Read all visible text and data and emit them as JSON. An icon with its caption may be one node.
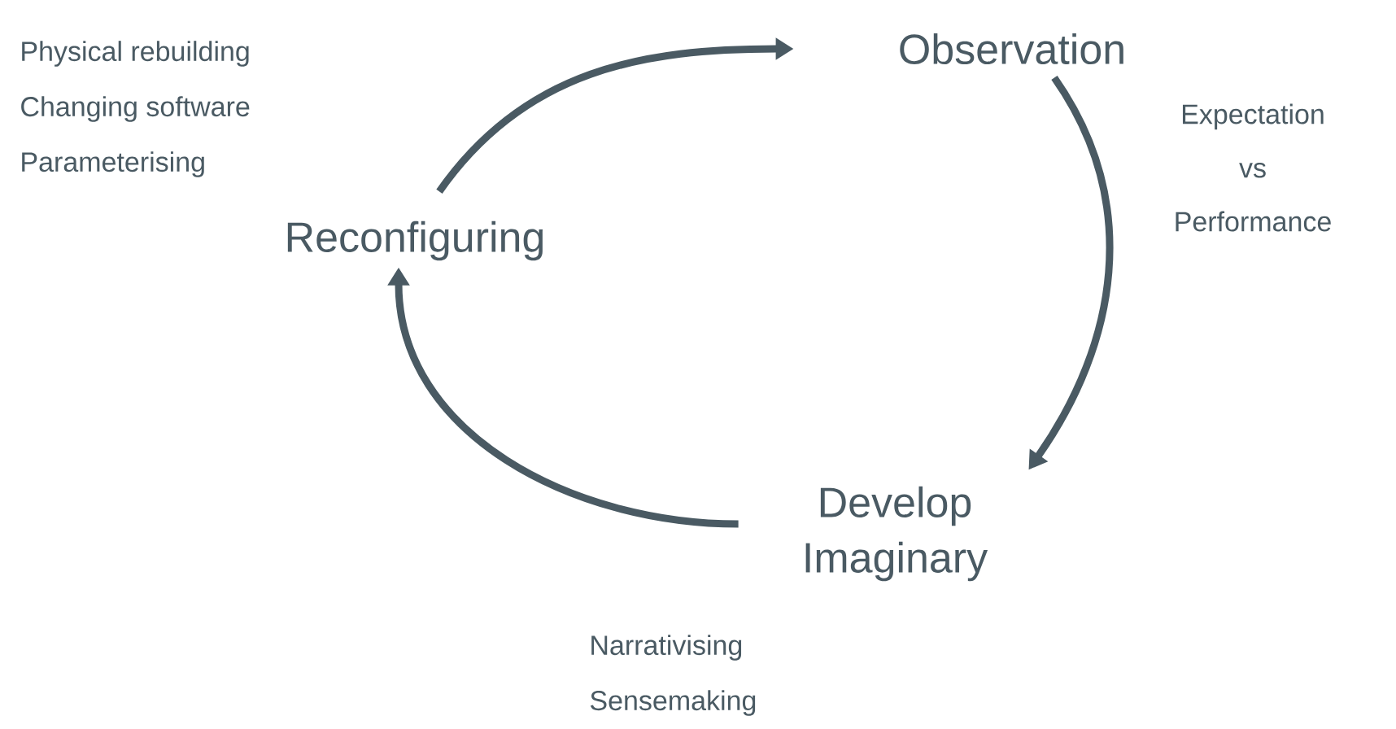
{
  "diagram": {
    "nodes": [
      {
        "text": [
          "Observation"
        ]
      },
      {
        "text": [
          "Develop Imaginary"
        ],
        "beside": [
          "Narrativising",
          "Sensemaking"
        ]
      },
      {
        "text": [
          "Reconfiguring"
        ],
        "beside": [
          "Physical rebuilding",
          "Changing software",
          "Parameterising"
        ]
      }
    ],
    "edges": [
      {
        "from": 2,
        "to": 0,
        "arrow": "to"
      },
      {
        "from": 0,
        "to": 1,
        "arrow": "to",
        "label": "Expectation vs Performance"
      },
      {
        "from": 1,
        "to": 2,
        "arrow": "to"
      }
    ]
  }
}
